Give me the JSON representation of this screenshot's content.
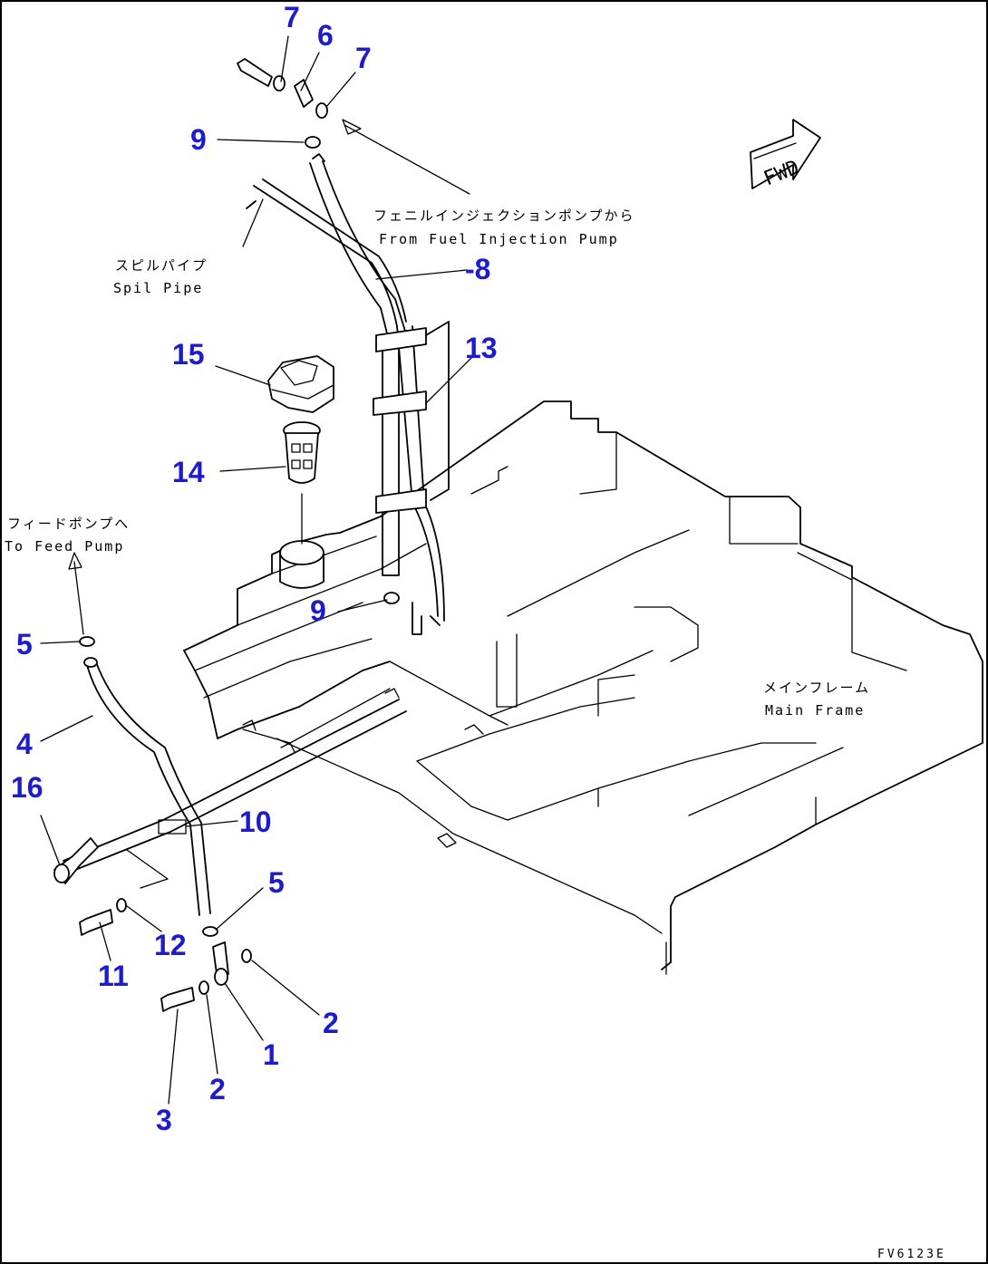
{
  "diagram": {
    "drawing_code": "FV6123E",
    "fwd_label": "FWD",
    "annotations": {
      "from_injection_pump_jp": "フェニルインジェクションポンプから",
      "from_injection_pump_en": "From Fuel Injection Pump",
      "spill_pipe_jp": "スピルパイプ",
      "spill_pipe_en": "Spil Pipe",
      "to_feed_pump_jp": "フィードポンプへ",
      "to_feed_pump_en": "To Feed Pump",
      "main_frame_jp": "メインフレーム",
      "main_frame_en": "Main Frame"
    },
    "callouts": {
      "c7a": "7",
      "c6": "6",
      "c7b": "7",
      "c9a": "9",
      "c8": "-8",
      "c13": "13",
      "c15": "15",
      "c14": "14",
      "c9b": "9",
      "c5a": "5",
      "c4": "4",
      "c16": "16",
      "c10": "10",
      "c5b": "5",
      "c12": "12",
      "c11": "11",
      "c2a": "2",
      "c1": "1",
      "c2b": "2",
      "c3": "3"
    },
    "colors": {
      "callout": "#1c1ccc",
      "line": "#000000",
      "background": "#ffffff"
    }
  }
}
